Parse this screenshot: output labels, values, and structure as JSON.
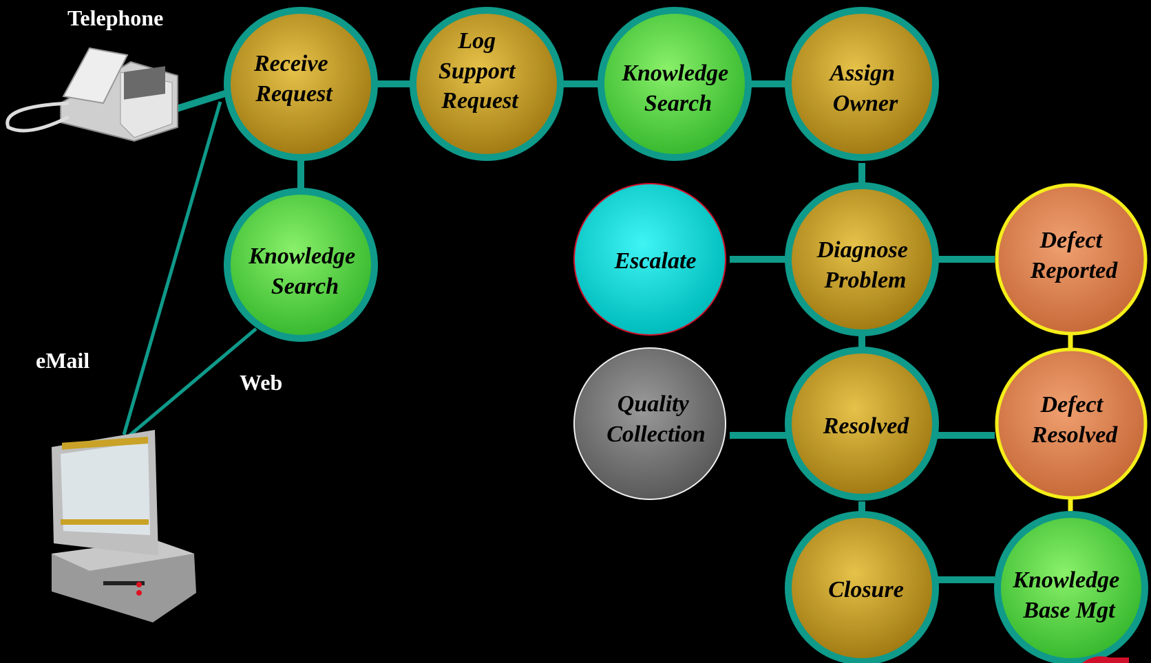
{
  "channels": {
    "telephone": "Telephone",
    "email": "eMail",
    "web": "Web"
  },
  "nodes": {
    "receive_request": [
      "Receive",
      "Request"
    ],
    "log_support_request": [
      "Log",
      "Support",
      "Request"
    ],
    "knowledge_search_top": [
      "Knowledge",
      "Search"
    ],
    "assign_owner": [
      "Assign",
      "Owner"
    ],
    "knowledge_search_left": [
      "Knowledge",
      "Search"
    ],
    "escalate": [
      "Escalate"
    ],
    "diagnose_problem": [
      "Diagnose",
      "Problem"
    ],
    "defect_reported": [
      "Defect",
      "Reported"
    ],
    "quality_collection": [
      "Quality",
      "Collection"
    ],
    "resolved": [
      "Resolved"
    ],
    "defect_resolved": [
      "Defect",
      "Resolved"
    ],
    "closure": [
      "Closure"
    ],
    "knowledge_base_mgt": [
      "Knowledge",
      "Base Mgt"
    ]
  },
  "colors": {
    "background": "#000000",
    "connector": "#0f9a8a",
    "gold": "#c9a227",
    "green": "#5fd84a",
    "cyan": "#14dede",
    "gray": "#7a7a7a",
    "salmon": "#e38f5d",
    "ring_teal": "#0f9a8a",
    "ring_yellow": "#f5ee1a",
    "ring_red": "#d0102a",
    "ring_white": "#f0f0f0"
  }
}
